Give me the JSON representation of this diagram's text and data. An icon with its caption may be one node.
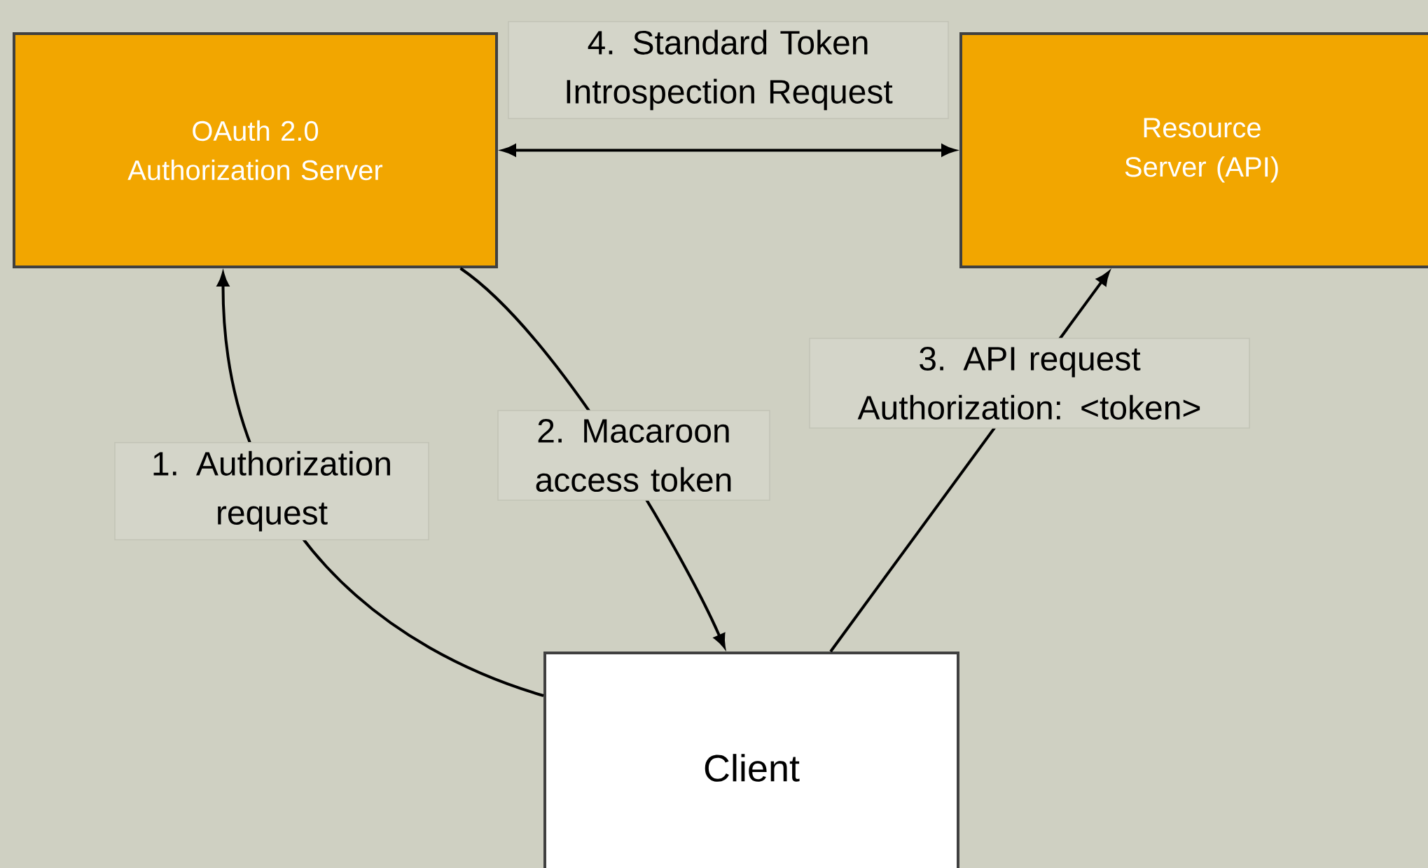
{
  "diagram": {
    "nodes": [
      {
        "text": [
          "OAuth 2.0 Authorization Server"
        ]
      },
      {
        "text": [
          "Resource Server (API)"
        ]
      },
      {
        "text": [
          "Client"
        ]
      }
    ],
    "edges": [
      {
        "from": 2,
        "to": 0,
        "arrow": "to",
        "label": "1. Authorization request"
      },
      {
        "from": 0,
        "to": 2,
        "arrow": "to",
        "label": "2. Macaroon access token"
      },
      {
        "from": 2,
        "to": 1,
        "arrow": "to",
        "label": "3. API request Authorization: <token>"
      },
      {
        "from": 0,
        "to": 1,
        "arrow": "both",
        "label": "4. Standard Token Introspection Request"
      }
    ]
  }
}
